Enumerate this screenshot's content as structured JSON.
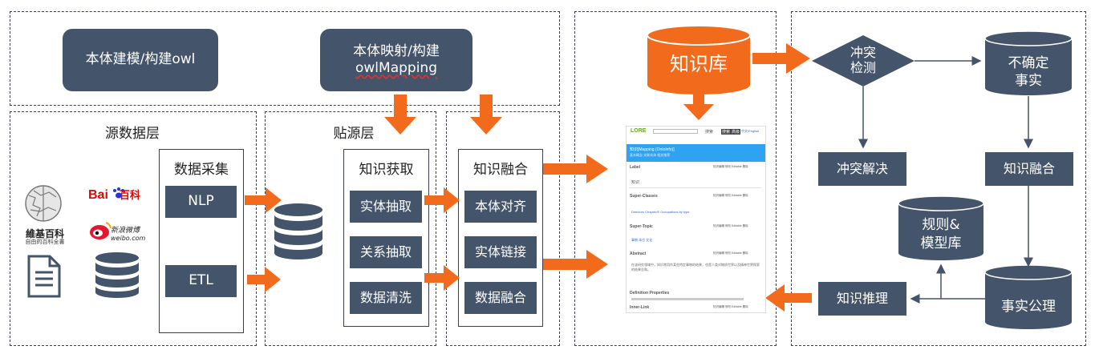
{
  "top": {
    "ontology_modeling": "本体建模/构建owl",
    "ontology_mapping_l1": "本体映射/构建",
    "ontology_mapping_l2": "owlMapping"
  },
  "source_layer": {
    "title": "源数据层",
    "logos": {
      "wiki_text": "維基百科",
      "wiki_sub": "自由的百科全書",
      "baidu_text": "Bai",
      "baidu_cn": "百科",
      "weibo_text": "新浪微博",
      "weibo_url": "weibo.com"
    },
    "collect_title": "数据采集",
    "nlp": "NLP",
    "etl": "ETL"
  },
  "staging_layer": {
    "title": "贴源层"
  },
  "acquisition": {
    "title": "知识获取",
    "items": [
      "实体抽取",
      "关系抽取",
      "数据清洗"
    ]
  },
  "fusion": {
    "title": "知识融合",
    "items": [
      "本体对齐",
      "实体链接",
      "数据融合"
    ]
  },
  "kb": {
    "label": "知识库"
  },
  "right": {
    "conflict_l1": "冲突",
    "conflict_l2": "检测",
    "uncertain_l1": "不确定",
    "uncertain_l2": "事实",
    "resolve": "冲突解决",
    "fusion2": "知识融合",
    "rules_l1": "规则&",
    "rules_l2": "模型库",
    "reasoning": "知识推理",
    "axioms": "事实公理"
  },
  "web": {
    "logo": "LORE",
    "search_btn": "搜索",
    "btn1": "搜索",
    "btn2": "高级",
    "link": "中文/English",
    "header_title": "知识[Mapping (Ontolnfo)]",
    "header_sub": "基本概念   关联实体   相关推荐",
    "label": "Label",
    "label_val": "知识",
    "super_classes": "Super-Classes",
    "super_classes_val": "Directors   Chapter/E   Occupations by type",
    "super_topic": "Super-Topic",
    "super_topic_val": "事物   本位   文化",
    "abstract": "Abstract",
    "abstract_val": "在该研究领域中，知识常用作某些特定事物的结果，也是人类对物质世界以及精神世界探索的结果总和。",
    "defn": "Definition Properties",
    "inner": "Inner-Link",
    "tag": "知识编辑   修改   Editable   删除"
  }
}
